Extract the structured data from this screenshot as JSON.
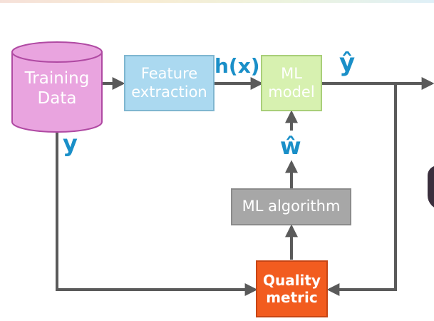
{
  "nodes": {
    "training_data": {
      "label": "Training\nData",
      "fill": "#e9a4df",
      "stroke": "#b04aa3"
    },
    "feature_extraction": {
      "label": "Feature\nextraction",
      "fill": "#abd9f0",
      "stroke": "#7fb6d0"
    },
    "ml_model": {
      "label": "ML\nmodel",
      "fill": "#d7f1b0",
      "stroke": "#a9cf79"
    },
    "ml_algorithm": {
      "label": "ML algorithm",
      "fill": "#a7a7a7",
      "stroke": "#8b8b8b"
    },
    "quality_metric": {
      "label": "Quality\nmetric",
      "fill": "#f25c1f",
      "stroke": "#c74514"
    }
  },
  "edge_labels": {
    "hx": "h(x)",
    "yhat": "ŷ",
    "y": "y",
    "what": "ŵ"
  },
  "colors": {
    "arrow": "#5a5a5a",
    "variable_text": "#1a8fc8"
  }
}
